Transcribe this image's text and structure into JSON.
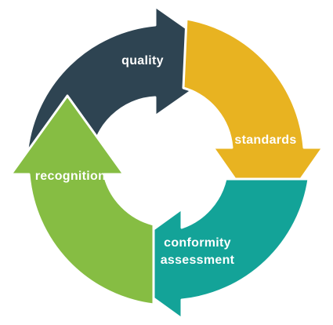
{
  "diagram": {
    "segments": [
      {
        "id": "quality",
        "lines": [
          "quality"
        ],
        "color": "#2e4452"
      },
      {
        "id": "standards",
        "lines": [
          "standards"
        ],
        "color": "#e8b321"
      },
      {
        "id": "conformity-assessment",
        "lines": [
          "conformity",
          "assessment"
        ],
        "color": "#13a398"
      },
      {
        "id": "recognition",
        "lines": [
          "recognition"
        ],
        "color": "#86bd43"
      }
    ]
  }
}
